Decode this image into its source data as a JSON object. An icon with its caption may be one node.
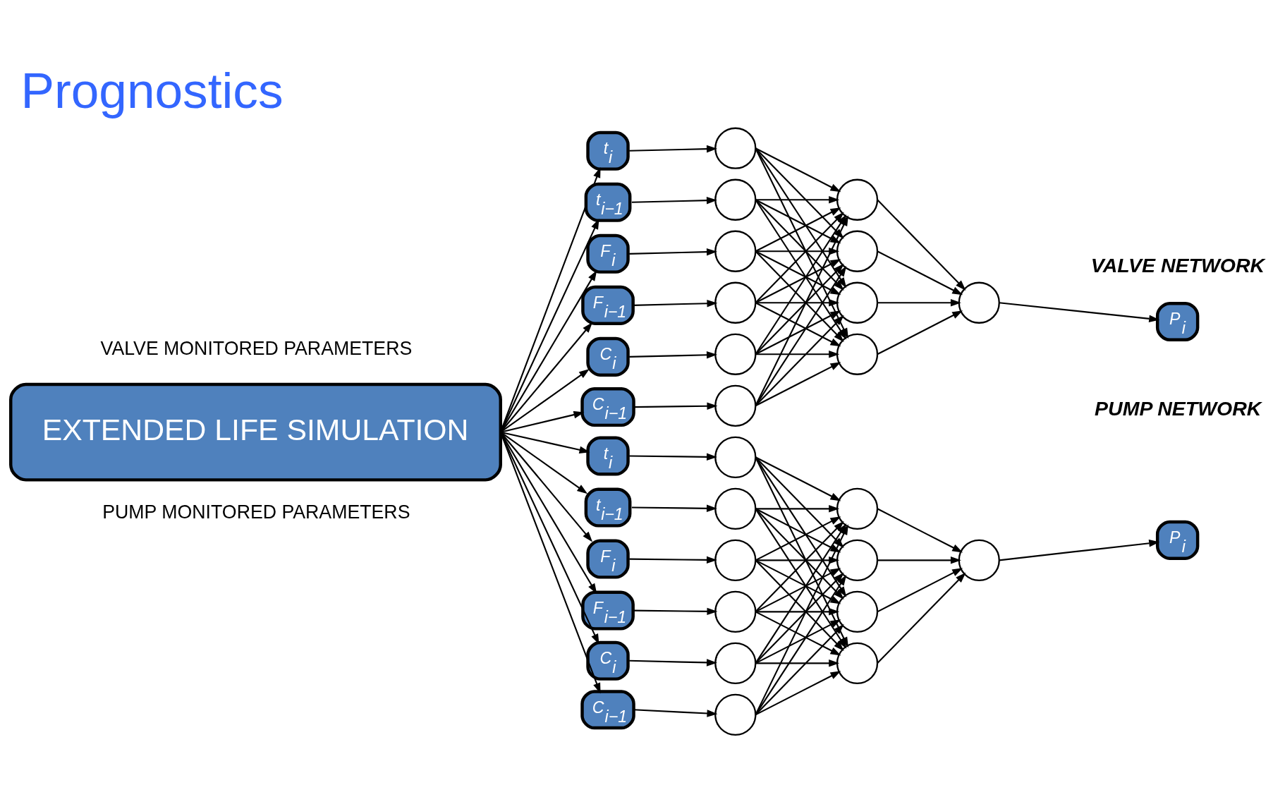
{
  "diagram": {
    "title": "Prognostics",
    "nodes": [
      {
        "text": [
          "EXTENDED LIFE SIMULATION"
        ]
      },
      {
        "text": [
          "t$_{i}$"
        ]
      },
      {
        "text": [
          "t$_{i−1}$"
        ]
      },
      {
        "text": [
          "F$_{i}$"
        ]
      },
      {
        "text": [
          "F$_{i−1}$"
        ]
      },
      {
        "text": [
          "C$_{i}$"
        ]
      },
      {
        "text": [
          "C$_{i−1}$"
        ]
      },
      {
        "text": [],
        "shape": "circle"
      },
      {
        "text": [],
        "shape": "circle"
      },
      {
        "text": [],
        "shape": "circle"
      },
      {
        "text": [],
        "shape": "circle"
      },
      {
        "text": [],
        "shape": "circle"
      },
      {
        "text": [],
        "shape": "circle"
      },
      {
        "text": [],
        "shape": "circle"
      },
      {
        "text": [],
        "shape": "circle"
      },
      {
        "text": [],
        "shape": "circle"
      },
      {
        "text": [],
        "shape": "circle"
      },
      {
        "text": [],
        "shape": "circle"
      },
      {
        "text": [
          "P$_{i}$"
        ]
      },
      {
        "text": [
          "t$_{i}$"
        ]
      },
      {
        "text": [
          "t$_{i−1}$"
        ]
      },
      {
        "text": [
          "F$_{i}$"
        ]
      },
      {
        "text": [
          "F$_{i−1}$"
        ]
      },
      {
        "text": [
          "C$_{i}$"
        ]
      },
      {
        "text": [
          "C$_{i−1}$"
        ]
      },
      {
        "text": [],
        "shape": "circle"
      },
      {
        "text": [],
        "shape": "circle"
      },
      {
        "text": [],
        "shape": "circle"
      },
      {
        "text": [],
        "shape": "circle"
      },
      {
        "text": [],
        "shape": "circle"
      },
      {
        "text": [],
        "shape": "circle"
      },
      {
        "text": [],
        "shape": "circle"
      },
      {
        "text": [],
        "shape": "circle"
      },
      {
        "text": [],
        "shape": "circle"
      },
      {
        "text": [],
        "shape": "circle"
      },
      {
        "text": [],
        "shape": "circle"
      },
      {
        "text": [
          "P$_{i}$"
        ]
      }
    ],
    "edges": [
      {
        "from": 0,
        "to": 1,
        "arrow": "to"
      },
      {
        "from": 0,
        "to": 2,
        "arrow": "to"
      },
      {
        "from": 0,
        "to": 3,
        "arrow": "to"
      },
      {
        "from": 0,
        "to": 4,
        "arrow": "to"
      },
      {
        "from": 0,
        "to": 5,
        "arrow": "to"
      },
      {
        "from": 0,
        "to": 6,
        "arrow": "to"
      },
      {
        "from": 1,
        "to": 7,
        "arrow": "to"
      },
      {
        "from": 2,
        "to": 8,
        "arrow": "to"
      },
      {
        "from": 3,
        "to": 9,
        "arrow": "to"
      },
      {
        "from": 4,
        "to": 10,
        "arrow": "to"
      },
      {
        "from": 5,
        "to": 11,
        "arrow": "to"
      },
      {
        "from": 6,
        "to": 12,
        "arrow": "to"
      },
      {
        "from": 7,
        "to": 13,
        "arrow": "to"
      },
      {
        "from": 7,
        "to": 14,
        "arrow": "to"
      },
      {
        "from": 7,
        "to": 15,
        "arrow": "to"
      },
      {
        "from": 7,
        "to": 16,
        "arrow": "to"
      },
      {
        "from": 8,
        "to": 13,
        "arrow": "to"
      },
      {
        "from": 8,
        "to": 14,
        "arrow": "to"
      },
      {
        "from": 8,
        "to": 15,
        "arrow": "to"
      },
      {
        "from": 8,
        "to": 16,
        "arrow": "to"
      },
      {
        "from": 9,
        "to": 13,
        "arrow": "to"
      },
      {
        "from": 9,
        "to": 14,
        "arrow": "to"
      },
      {
        "from": 9,
        "to": 15,
        "arrow": "to"
      },
      {
        "from": 9,
        "to": 16,
        "arrow": "to"
      },
      {
        "from": 10,
        "to": 13,
        "arrow": "to"
      },
      {
        "from": 10,
        "to": 14,
        "arrow": "to"
      },
      {
        "from": 10,
        "to": 15,
        "arrow": "to"
      },
      {
        "from": 10,
        "to": 16,
        "arrow": "to"
      },
      {
        "from": 11,
        "to": 13,
        "arrow": "to"
      },
      {
        "from": 11,
        "to": 14,
        "arrow": "to"
      },
      {
        "from": 11,
        "to": 15,
        "arrow": "to"
      },
      {
        "from": 11,
        "to": 16,
        "arrow": "to"
      },
      {
        "from": 12,
        "to": 13,
        "arrow": "to"
      },
      {
        "from": 12,
        "to": 14,
        "arrow": "to"
      },
      {
        "from": 12,
        "to": 15,
        "arrow": "to"
      },
      {
        "from": 12,
        "to": 16,
        "arrow": "to"
      },
      {
        "from": 13,
        "to": 17,
        "arrow": "to"
      },
      {
        "from": 14,
        "to": 17,
        "arrow": "to"
      },
      {
        "from": 15,
        "to": 17,
        "arrow": "to"
      },
      {
        "from": 16,
        "to": 17,
        "arrow": "to"
      },
      {
        "from": 17,
        "to": 18,
        "arrow": "to"
      },
      {
        "from": 0,
        "to": 19,
        "arrow": "to"
      },
      {
        "from": 0,
        "to": 20,
        "arrow": "to"
      },
      {
        "from": 0,
        "to": 21,
        "arrow": "to"
      },
      {
        "from": 0,
        "to": 22,
        "arrow": "to"
      },
      {
        "from": 0,
        "to": 23,
        "arrow": "to"
      },
      {
        "from": 0,
        "to": 24,
        "arrow": "to"
      },
      {
        "from": 19,
        "to": 25,
        "arrow": "to"
      },
      {
        "from": 20,
        "to": 26,
        "arrow": "to"
      },
      {
        "from": 21,
        "to": 27,
        "arrow": "to"
      },
      {
        "from": 22,
        "to": 28,
        "arrow": "to"
      },
      {
        "from": 23,
        "to": 29,
        "arrow": "to"
      },
      {
        "from": 24,
        "to": 30,
        "arrow": "to"
      },
      {
        "from": 25,
        "to": 31,
        "arrow": "to"
      },
      {
        "from": 25,
        "to": 32,
        "arrow": "to"
      },
      {
        "from": 25,
        "to": 33,
        "arrow": "to"
      },
      {
        "from": 25,
        "to": 34,
        "arrow": "to"
      },
      {
        "from": 26,
        "to": 31,
        "arrow": "to"
      },
      {
        "from": 26,
        "to": 32,
        "arrow": "to"
      },
      {
        "from": 26,
        "to": 33,
        "arrow": "to"
      },
      {
        "from": 26,
        "to": 34,
        "arrow": "to"
      },
      {
        "from": 27,
        "to": 31,
        "arrow": "to"
      },
      {
        "from": 27,
        "to": 32,
        "arrow": "to"
      },
      {
        "from": 27,
        "to": 33,
        "arrow": "to"
      },
      {
        "from": 27,
        "to": 34,
        "arrow": "to"
      },
      {
        "from": 28,
        "to": 31,
        "arrow": "to"
      },
      {
        "from": 28,
        "to": 32,
        "arrow": "to"
      },
      {
        "from": 28,
        "to": 33,
        "arrow": "to"
      },
      {
        "from": 28,
        "to": 34,
        "arrow": "to"
      },
      {
        "from": 29,
        "to": 31,
        "arrow": "to"
      },
      {
        "from": 29,
        "to": 32,
        "arrow": "to"
      },
      {
        "from": 29,
        "to": 33,
        "arrow": "to"
      },
      {
        "from": 29,
        "to": 34,
        "arrow": "to"
      },
      {
        "from": 30,
        "to": 31,
        "arrow": "to"
      },
      {
        "from": 30,
        "to": 32,
        "arrow": "to"
      },
      {
        "from": 30,
        "to": 33,
        "arrow": "to"
      },
      {
        "from": 30,
        "to": 34,
        "arrow": "to"
      },
      {
        "from": 31,
        "to": 35,
        "arrow": "to"
      },
      {
        "from": 32,
        "to": 35,
        "arrow": "to"
      },
      {
        "from": 33,
        "to": 35,
        "arrow": "to"
      },
      {
        "from": 34,
        "to": 35,
        "arrow": "to"
      },
      {
        "from": 35,
        "to": 36,
        "arrow": "to"
      }
    ],
    "labels": [
      "VALVE MONITORED PARAMETERS",
      "VALVE NETWORK",
      "PUMP NETWORK",
      "PUMP MONITORED PARAMETERS"
    ]
  }
}
